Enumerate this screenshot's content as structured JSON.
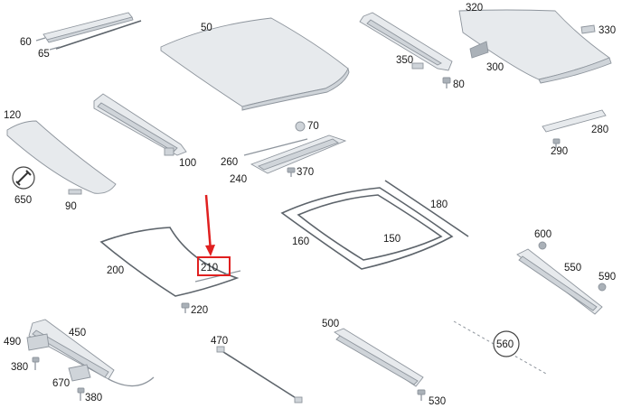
{
  "labels": {
    "p60": "60",
    "p65": "65",
    "p50": "50",
    "p350": "350",
    "p80": "80",
    "p320": "320",
    "p330": "330",
    "p300": "300",
    "p120": "120",
    "p650": "650",
    "p90": "90",
    "p100": "100",
    "p70": "70",
    "p260": "260",
    "p240": "240",
    "p370": "370",
    "p280": "280",
    "p290": "290",
    "p180": "180",
    "p160": "160",
    "p150": "150",
    "p600": "600",
    "p550": "550",
    "p590": "590",
    "p200": "200",
    "p210": "210",
    "p220": "220",
    "p450": "450",
    "p490": "490",
    "p380a": "380",
    "p670": "670",
    "p380b": "380",
    "p470": "470",
    "p500": "500",
    "p530": "530",
    "p560": "560"
  },
  "highlight": {
    "part": "210",
    "color": "#e02020"
  },
  "colors": {
    "part_fill": "#e7eaed",
    "part_stroke": "#8e959d",
    "label_text": "#1a1a1a"
  }
}
